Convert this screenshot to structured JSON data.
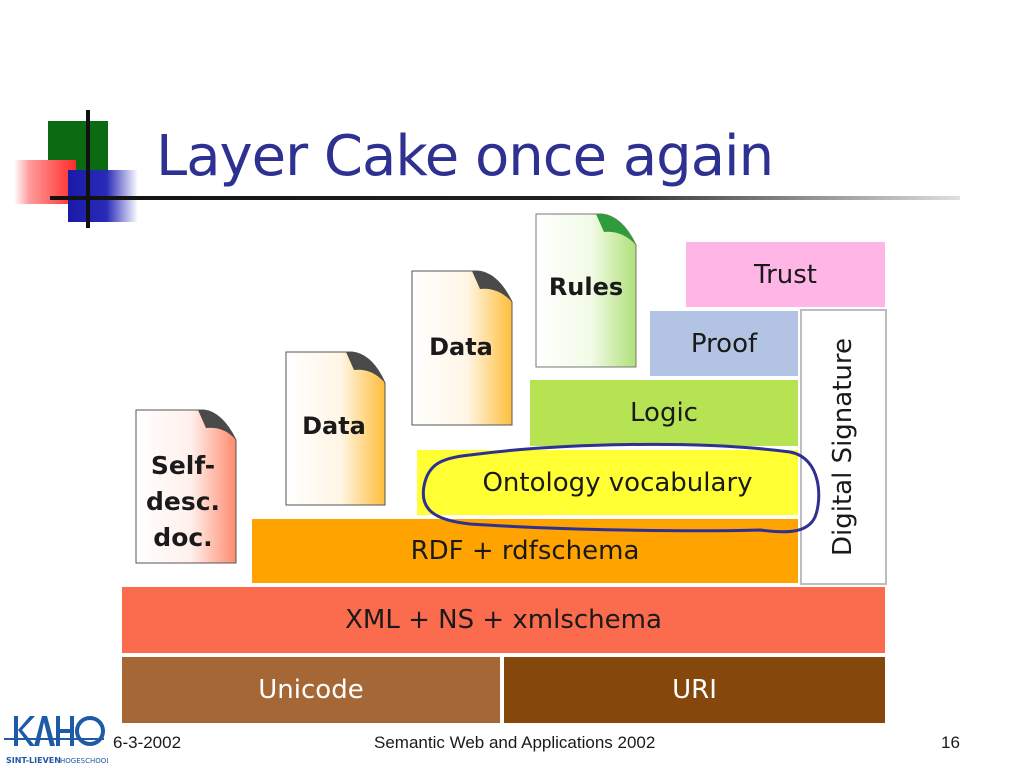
{
  "slide": {
    "title": "Layer Cake once again"
  },
  "layers": {
    "unicode": "Unicode",
    "uri": "URI",
    "xml": "XML + NS + xmlschema",
    "rdf": "RDF + rdfschema",
    "ontology": "Ontology vocabulary",
    "logic": "Logic",
    "proof": "Proof",
    "trust": "Trust",
    "digital_signature": "Digital Signature"
  },
  "documents": {
    "self_desc": [
      "Self-",
      "desc.",
      "doc."
    ],
    "data_1": "Data",
    "data_2": "Data",
    "rules": "Rules"
  },
  "colors": {
    "title": "#2e3192",
    "unicode": "#a66737",
    "uri": "#86470c",
    "xml": "#fb6b4e",
    "rdf": "#ffa300",
    "ontology": "#ffff33",
    "logic": "#b6e352",
    "proof": "#b3c3e3",
    "trust": "#ffb6e6",
    "highlight_ring": "#2e3192"
  },
  "footer": {
    "date": "6-3-2002",
    "title": "Semantic Web and Applications 2002",
    "page": "16"
  },
  "logo": {
    "mark": "KAHO",
    "name": "SINT-LIEVEN",
    "sub": "HOGESCHOOL"
  }
}
